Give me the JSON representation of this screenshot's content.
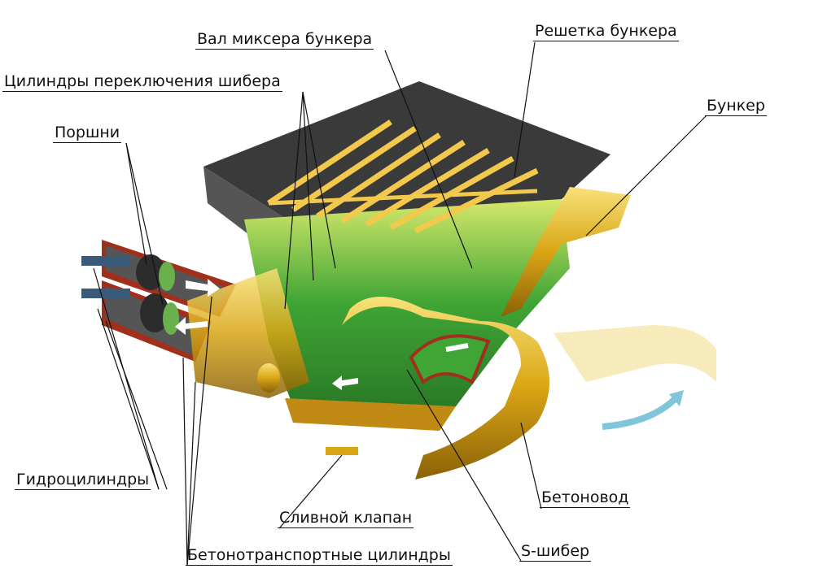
{
  "title": "Схема бетононасоса",
  "labels": {
    "mixer_shaft": "Вал миксера бункера",
    "hopper_grate": "Решетка бункера",
    "gate_cylinders": "Цилиндры переключения шибера",
    "hopper": "Бункер",
    "pistons": "Поршни",
    "hydraulic_cylinders": "Гидроцилиндры",
    "concrete_pipe": "Бетоновод",
    "drain_valve": "Сливной клапан",
    "s_gate": "S-шибер",
    "concrete_cylinders": "Бетонотранспортные цилиндры"
  },
  "colors": {
    "hopper": "#4a4a4a",
    "grate": "#f2c94c",
    "interior": "#3fa535",
    "brass": "#e0b020",
    "arrow": "#7fc6d8"
  }
}
